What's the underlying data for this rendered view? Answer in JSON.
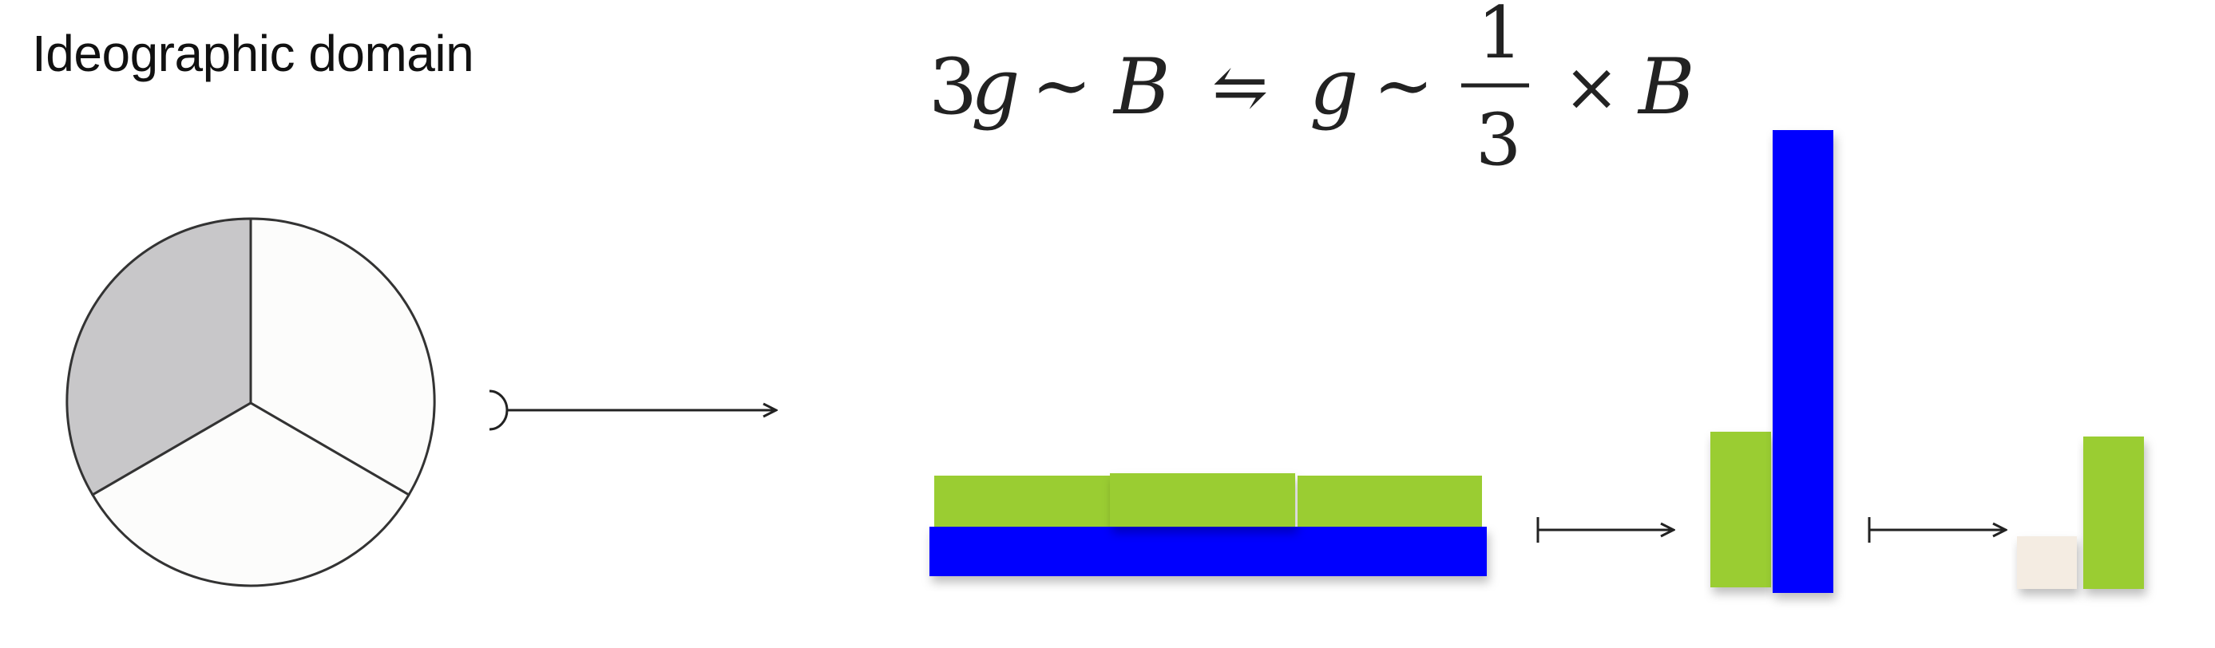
{
  "title": "Ideographic domain",
  "formula": {
    "lhs_coef": "3",
    "lhs_var": "g",
    "sim": "∼",
    "mid_var": "B",
    "rel": "⇋",
    "rhs_var": "g",
    "frac_num": "1",
    "frac_den": "3",
    "times": "×",
    "rhs_end": "B"
  },
  "pie": {
    "slices": 3,
    "shaded_slices": 1,
    "colors": {
      "shaded": "#c8c7c9",
      "plain": "#fcfcfb",
      "stroke": "#333333"
    }
  },
  "colors": {
    "green": "#9acd32",
    "blue": "#0000ff",
    "cream": "#f4ece2",
    "line": "#222222"
  },
  "arrows": {
    "first": "hook-to-arrow",
    "second": "mapsto-arrow",
    "third": "mapsto-arrow"
  }
}
